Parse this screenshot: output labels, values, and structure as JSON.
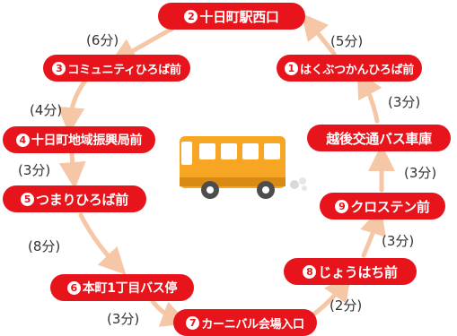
{
  "stops": [
    {
      "num": "1",
      "name": "はくぶつかんひろば前"
    },
    {
      "num": "2",
      "name": "十日町駅西口"
    },
    {
      "num": "3",
      "name": "コミュニティひろば前"
    },
    {
      "num": "4",
      "name": "十日町地域振興局前"
    },
    {
      "num": "5",
      "name": "つまりひろば前"
    },
    {
      "num": "6",
      "name": "本町1丁目バス停"
    },
    {
      "num": "7",
      "name": "カーニバル会場入口"
    },
    {
      "num": "8",
      "name": "じょうはち前"
    },
    {
      "num": "9",
      "name": "クロステン前"
    }
  ],
  "garage": "越後交通バス車庫",
  "times": [
    "(5分)",
    "(6分)",
    "(4分)",
    "(3分)",
    "(8分)",
    "(3分)",
    "(2分)",
    "(3分)",
    "(3分)",
    "(3分)"
  ],
  "colors": {
    "stop_fill": "#e8141c",
    "route_line": "#f6c7a6",
    "bus_body": "#f6a623"
  }
}
